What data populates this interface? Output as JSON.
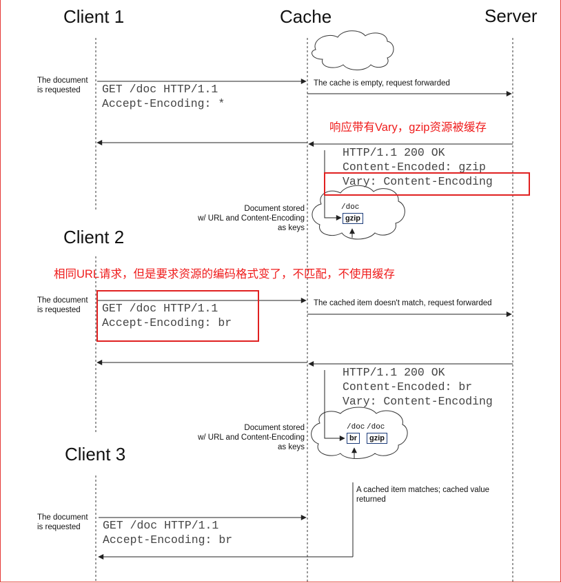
{
  "actors": {
    "client1": "Client 1",
    "cache": "Cache",
    "server": "Server",
    "client2": "Client 2",
    "client3": "Client 3"
  },
  "notes": {
    "doc_requested_1": "The document\nis requested",
    "doc_requested_2": "The document\nis requested",
    "doc_requested_3": "The document\nis requested",
    "cache_empty": "The cache is empty, request forwarded",
    "cached_no_match": "The cached item doesn't match, request forwarded",
    "doc_stored_1": "Document stored\nw/ URL and Content-Encoding\nas keys",
    "doc_stored_2": "Document stored\nw/ URL and Content-Encoding\nas keys",
    "cached_match": "A cached item matches; cached value\nreturned"
  },
  "annotations": {
    "vary_gzip_cached": "响应带有Vary，gzip资源被缓存",
    "same_url_no_match": "相同URL请求，但是要求资源的编码格式变了，不匹配，不使用缓存"
  },
  "messages": {
    "req1": "GET /doc HTTP/1.1\nAccept-Encoding: *",
    "resp1": "HTTP/1.1 200 OK\nContent-Encoded: gzip\nVary: Content-Encoding",
    "req2": "GET /doc HTTP/1.1\nAccept-Encoding: br",
    "resp2": "HTTP/1.1 200 OK\nContent-Encoded: br\nVary: Content-Encoding",
    "req3": "GET /doc HTTP/1.1\nAccept-Encoding: br"
  },
  "cache_store_1": {
    "path": "/doc",
    "keys": [
      "gzip"
    ]
  },
  "cache_store_2": {
    "paths": [
      "/doc",
      "/doc"
    ],
    "keys": [
      "br",
      "gzip"
    ]
  },
  "colors": {
    "highlight": "#e02020",
    "annotation": "#ef1c1c",
    "cache_key_border": "#1a3a78"
  }
}
